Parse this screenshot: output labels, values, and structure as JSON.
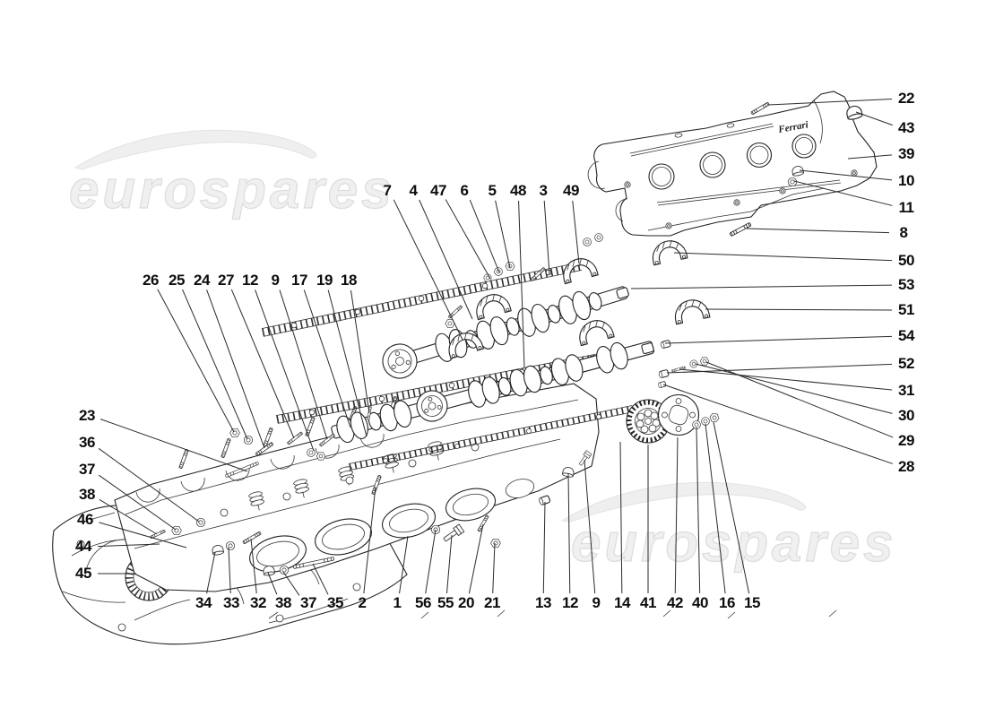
{
  "page": {
    "background": "#ffffff",
    "line_color": "#222222",
    "watermark_color": "#efefef"
  },
  "watermarks": {
    "top": {
      "text": "eurospares"
    },
    "bottom": {
      "text": "eurospares"
    }
  },
  "cover_script": "Ferrari",
  "callouts": [
    {
      "n": "22",
      "label": [
        1011,
        110
      ],
      "target": [
        857,
        117
      ]
    },
    {
      "n": "43",
      "label": [
        1011,
        143
      ],
      "target": [
        955,
        125
      ]
    },
    {
      "n": "39",
      "label": [
        1011,
        172
      ],
      "target": [
        946,
        177
      ]
    },
    {
      "n": "10",
      "label": [
        1011,
        202
      ],
      "target": [
        892,
        190
      ]
    },
    {
      "n": "11",
      "label": [
        1011,
        232
      ],
      "target": [
        886,
        202
      ]
    },
    {
      "n": "8",
      "label": [
        1008,
        260
      ],
      "target": [
        833,
        255
      ]
    },
    {
      "n": "50",
      "label": [
        1011,
        291
      ],
      "target": [
        752,
        282
      ]
    },
    {
      "n": "53",
      "label": [
        1011,
        318
      ],
      "target": [
        704,
        322
      ]
    },
    {
      "n": "51",
      "label": [
        1011,
        346
      ],
      "target": [
        787,
        345
      ]
    },
    {
      "n": "54",
      "label": [
        1011,
        375
      ],
      "target": [
        742,
        383
      ]
    },
    {
      "n": "52",
      "label": [
        1011,
        406
      ],
      "target": [
        744,
        416
      ]
    },
    {
      "n": "31",
      "label": [
        1011,
        436
      ],
      "target": [
        758,
        412
      ]
    },
    {
      "n": "30",
      "label": [
        1011,
        464
      ],
      "target": [
        776,
        406
      ]
    },
    {
      "n": "29",
      "label": [
        1011,
        492
      ],
      "target": [
        788,
        404
      ]
    },
    {
      "n": "28",
      "label": [
        1011,
        521
      ],
      "target": [
        740,
        429
      ]
    },
    {
      "n": "7",
      "label": [
        432,
        213
      ],
      "target": [
        516,
        379
      ]
    },
    {
      "n": "4",
      "label": [
        461,
        213
      ],
      "target": [
        527,
        356
      ]
    },
    {
      "n": "47",
      "label": [
        489,
        213
      ],
      "target": [
        547,
        311
      ]
    },
    {
      "n": "6",
      "label": [
        518,
        213
      ],
      "target": [
        557,
        304
      ]
    },
    {
      "n": "5",
      "label": [
        549,
        213
      ],
      "target": [
        569,
        299
      ]
    },
    {
      "n": "48",
      "label": [
        578,
        213
      ],
      "target": [
        585,
        410
      ]
    },
    {
      "n": "3",
      "label": [
        606,
        213
      ],
      "target": [
        613,
        306
      ]
    },
    {
      "n": "49",
      "label": [
        637,
        213
      ],
      "target": [
        646,
        294
      ]
    },
    {
      "n": "26",
      "label": [
        168,
        313
      ],
      "target": [
        261,
        482
      ]
    },
    {
      "n": "25",
      "label": [
        197,
        313
      ],
      "target": [
        276,
        490
      ]
    },
    {
      "n": "24",
      "label": [
        225,
        313
      ],
      "target": [
        295,
        500
      ]
    },
    {
      "n": "27",
      "label": [
        252,
        313
      ],
      "target": [
        328,
        489
      ]
    },
    {
      "n": "12",
      "label": [
        279,
        313
      ],
      "target": [
        350,
        503
      ]
    },
    {
      "n": "9",
      "label": [
        307,
        313
      ],
      "target": [
        365,
        490
      ]
    },
    {
      "n": "17",
      "label": [
        334,
        313
      ],
      "target": [
        391,
        477
      ]
    },
    {
      "n": "19",
      "label": [
        362,
        313
      ],
      "target": [
        409,
        487
      ]
    },
    {
      "n": "18",
      "label": [
        389,
        313
      ],
      "target": [
        412,
        461
      ]
    },
    {
      "n": "23",
      "label": [
        97,
        464
      ],
      "target": [
        276,
        526
      ]
    },
    {
      "n": "36",
      "label": [
        97,
        494
      ],
      "target": [
        222,
        582
      ]
    },
    {
      "n": "37",
      "label": [
        97,
        524
      ],
      "target": [
        196,
        591
      ]
    },
    {
      "n": "38",
      "label": [
        97,
        552
      ],
      "target": [
        175,
        596
      ]
    },
    {
      "n": "46",
      "label": [
        95,
        580
      ],
      "target": [
        208,
        611
      ]
    },
    {
      "n": "44",
      "label": [
        93,
        610
      ],
      "target": [
        178,
        607
      ]
    },
    {
      "n": "45",
      "label": [
        93,
        640
      ],
      "target": [
        152,
        640
      ]
    },
    {
      "n": "34",
      "label": [
        227,
        673
      ],
      "target": [
        240,
        616
      ]
    },
    {
      "n": "33",
      "label": [
        258,
        673
      ],
      "target": [
        255,
        611
      ]
    },
    {
      "n": "32",
      "label": [
        288,
        673
      ],
      "target": [
        280,
        601
      ]
    },
    {
      "n": "38",
      "label": [
        316,
        673
      ],
      "target": [
        299,
        639
      ]
    },
    {
      "n": "37",
      "label": [
        344,
        673
      ],
      "target": [
        316,
        638
      ]
    },
    {
      "n": "35",
      "label": [
        374,
        673
      ],
      "target": [
        349,
        629
      ]
    },
    {
      "n": "2",
      "label": [
        404,
        673
      ],
      "target": [
        419,
        543
      ]
    },
    {
      "n": "1",
      "label": [
        443,
        673
      ],
      "target": [
        455,
        598
      ]
    },
    {
      "n": "56",
      "label": [
        472,
        673
      ],
      "target": [
        486,
        591
      ]
    },
    {
      "n": "55",
      "label": [
        497,
        673
      ],
      "target": [
        504,
        597
      ]
    },
    {
      "n": "20",
      "label": [
        520,
        673
      ],
      "target": [
        539,
        585
      ]
    },
    {
      "n": "21",
      "label": [
        549,
        673
      ],
      "target": [
        552,
        606
      ]
    },
    {
      "n": "13",
      "label": [
        606,
        673
      ],
      "target": [
        608,
        560
      ]
    },
    {
      "n": "12",
      "label": [
        636,
        673
      ],
      "target": [
        634,
        528
      ]
    },
    {
      "n": "9",
      "label": [
        665,
        673
      ],
      "target": [
        652,
        513
      ]
    },
    {
      "n": "14",
      "label": [
        694,
        673
      ],
      "target": [
        692,
        493
      ]
    },
    {
      "n": "41",
      "label": [
        723,
        673
      ],
      "target": [
        723,
        496
      ]
    },
    {
      "n": "42",
      "label": [
        753,
        673
      ],
      "target": [
        756,
        488
      ]
    },
    {
      "n": "40",
      "label": [
        781,
        673
      ],
      "target": [
        777,
        477
      ]
    },
    {
      "n": "16",
      "label": [
        811,
        673
      ],
      "target": [
        787,
        473
      ]
    },
    {
      "n": "15",
      "label": [
        839,
        673
      ],
      "target": [
        796,
        471
      ]
    }
  ]
}
